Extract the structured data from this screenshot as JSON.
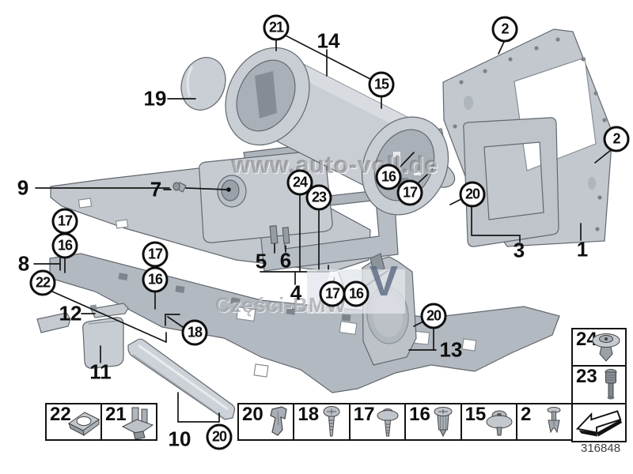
{
  "diagram": {
    "doc_number": "316848",
    "watermark": {
      "site": "www.auto-voll.de",
      "shop": "Części-BMW",
      "logo_letter_a": "A",
      "logo_letter_v": "V"
    },
    "callouts": {
      "plain": {
        "p1": "1",
        "p3": "3",
        "p4": "4",
        "p5": "5",
        "p6": "6",
        "p7": "7",
        "p8": "8",
        "p9": "9",
        "p10": "10",
        "p11": "11",
        "p12": "12",
        "p13": "13",
        "p14": "14",
        "p19": "19"
      },
      "circled": {
        "c21": "21",
        "c2a": "2",
        "c15": "15",
        "c2b": "2",
        "c16a": "16",
        "c17a": "17",
        "c24": "24",
        "c23": "23",
        "c20a": "20",
        "c17b": "17",
        "c16b": "16",
        "c22": "22",
        "c17c": "17",
        "c16c": "16",
        "c18": "18",
        "c17d": "17",
        "c16d": "16",
        "c20b": "20",
        "c20c": "20"
      }
    },
    "legend": {
      "left": [
        {
          "num": "22",
          "icon": "speed-nut-icon"
        },
        {
          "num": "21",
          "icon": "prong-clip-icon"
        }
      ],
      "middle": [
        {
          "num": "20",
          "icon": "edge-clip-icon"
        },
        {
          "num": "18",
          "icon": "tapping-screw-icon"
        },
        {
          "num": "17",
          "icon": "washer-screw-icon"
        },
        {
          "num": "16",
          "icon": "expansion-rivet-icon"
        },
        {
          "num": "15",
          "icon": "grommet-icon"
        },
        {
          "num": "2",
          "icon": "push-rivet-icon"
        }
      ],
      "right": [
        {
          "num": "24",
          "icon": "washer-grommet-icon"
        },
        {
          "num": "23",
          "icon": "plug-pin-icon"
        }
      ]
    },
    "colors": {
      "part_fill": "#c6cbd1",
      "part_dark": "#a9b0b7",
      "outline": "#62686f",
      "callout_line": "#161616"
    }
  }
}
